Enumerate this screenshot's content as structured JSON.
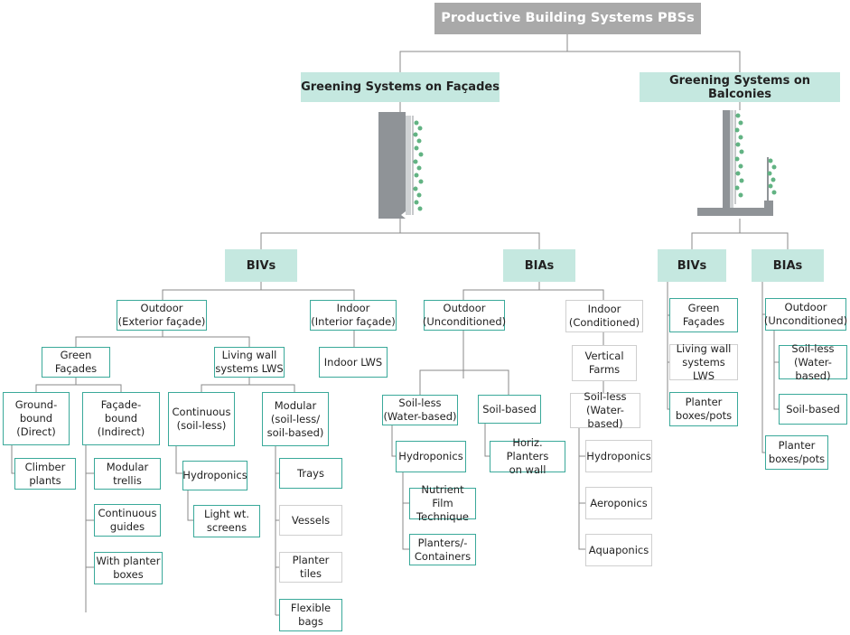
{
  "root": "Productive Building Systems PBSs",
  "categories": {
    "facades": "Greening Systems on Façades",
    "balconies": "Greening Systems on Balconies"
  },
  "facades": {
    "bivs": "BIVs",
    "bias": "BIAs",
    "outdoor": "Outdoor\n(Exterior façade)",
    "indoor": "Indoor\n(Interior façade)",
    "green_facades": "Green\nFaçades",
    "living_wall": "Living wall\nsystems LWS",
    "indoor_lws": "Indoor LWS",
    "ground_bound": "Ground-\nbound\n(Direct)",
    "facade_bound": "Façade-\nbound\n(Indirect)",
    "continuous": "Continuous\n(soil-less)",
    "modular": "Modular\n(soil-less/\nsoil-based)",
    "climber_plants": "Climber\nplants",
    "modular_trellis": "Modular\ntrellis",
    "continuous_guides": "Continuous\nguides",
    "planter_boxes": "With planter\nboxes",
    "hydroponics": "Hydroponics",
    "light_screens": "Light wt.\nscreens",
    "trays": "Trays",
    "vessels": "Vessels",
    "planter_tiles": "Planter tiles",
    "flexible_bags": "Flexible\nbags",
    "bias_outdoor": "Outdoor\n(Unconditioned)",
    "bias_indoor": "Indoor\n(Conditioned)",
    "soil_less": "Soil-less\n(Water-based)",
    "soil_based": "Soil-based",
    "bias_hydroponics": "Hydroponics",
    "horiz_planters": "Horiz. Planters\non wall",
    "nft": "Nutrient Film\nTechnique",
    "planters_containers": "Planters/-\nContainers",
    "vertical_farms": "Vertical\nFarms",
    "indoor_soil_less": "Soil-less\n(Water-based)",
    "indoor_hydroponics": "Hydroponics",
    "aeroponics": "Aeroponics",
    "aquaponics": "Aquaponics"
  },
  "balconies": {
    "bivs": "BIVs",
    "bias": "BIAs",
    "green_facades": "Green\nFaçades",
    "living_wall": "Living wall\nsystems LWS",
    "planter_boxes": "Planter\nboxes/pots",
    "outdoor": "Outdoor\n(Unconditioned)",
    "soil_less": "Soil-less\n(Water-based)",
    "soil_based": "Soil-based",
    "planter_boxes_pots": "Planter\nboxes/pots"
  },
  "colors": {
    "teal_border": "#3aa99a",
    "teal_fill": "#c5e8e0",
    "grey_border": "#cfcfcf",
    "root_fill": "#a9a9a9",
    "connector": "#888888"
  }
}
